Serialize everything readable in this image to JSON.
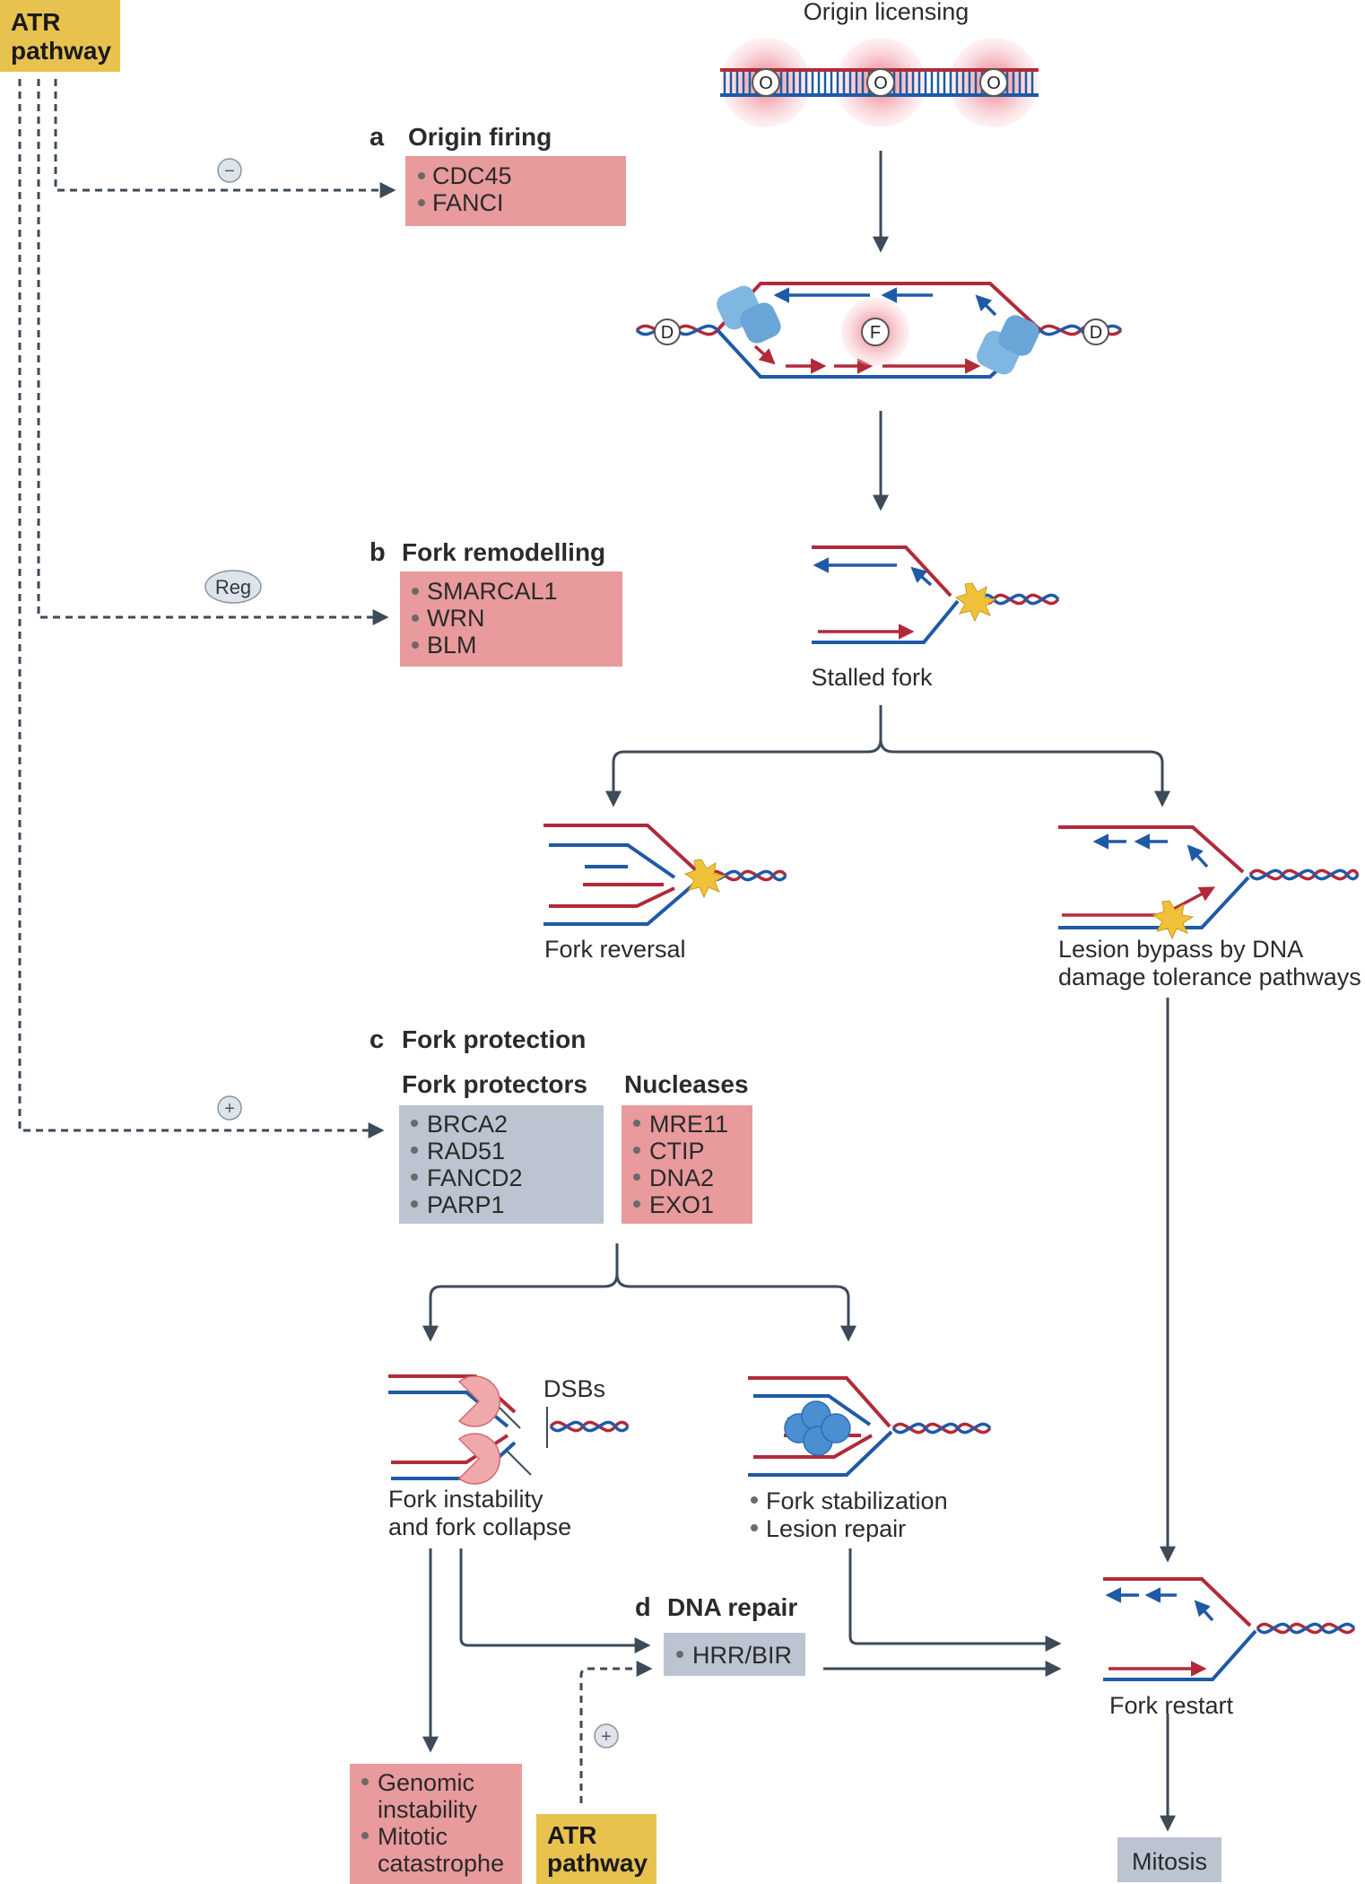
{
  "atr_top": {
    "line1": "ATR",
    "line2": "pathway"
  },
  "atr_bottom": {
    "line1": "ATR",
    "line2": "pathway"
  },
  "origin_licensing": {
    "title": "Origin licensing",
    "node_label": "O"
  },
  "replication_bubble": {
    "dormant_label": "D",
    "fired_label": "F"
  },
  "section_a": {
    "letter": "a",
    "title": "Origin firing",
    "sign": "−",
    "items": [
      "CDC45",
      "FANCI"
    ]
  },
  "section_b": {
    "letter": "b",
    "title": "Fork remodelling",
    "sign": "Reg",
    "items": [
      "SMARCAL1",
      "WRN",
      "BLM"
    ]
  },
  "section_c": {
    "letter": "c",
    "title": "Fork protection",
    "sign": "+",
    "protectors_title": "Fork protectors",
    "protectors": [
      "BRCA2",
      "RAD51",
      "FANCD2",
      "PARP1"
    ],
    "nucleases_title": "Nucleases",
    "nucleases": [
      "MRE11",
      "CTIP",
      "DNA2",
      "EXO1"
    ]
  },
  "section_d": {
    "letter": "d",
    "title": "DNA repair",
    "sign": "+",
    "items": [
      "HRR/BIR"
    ]
  },
  "labels": {
    "stalled_fork": "Stalled fork",
    "fork_reversal": "Fork reversal",
    "lesion_bypass_1": "Lesion bypass by DNA",
    "lesion_bypass_2": "damage tolerance pathways",
    "dsbs": "DSBs",
    "fork_instability_1": "Fork instability",
    "fork_instability_2": "and fork collapse",
    "fork_stabilization": "Fork stabilization",
    "lesion_repair": "Lesion repair",
    "fork_restart": "Fork restart",
    "mitosis": "Mitosis"
  },
  "outcome_box": {
    "line1": "Genomic",
    "line2": "instability",
    "line3": "Mitotic",
    "line4": "catastrophe"
  },
  "colors": {
    "atr_box": "#e8c24f",
    "pink_box": "#e89a9c",
    "grey_box": "#bcc3d1",
    "strand_red": "#b22a3a",
    "strand_blue": "#1f5aa6",
    "arrow": "#3d4a58",
    "lesion": "#f0c23a",
    "nuclease": "#f0a9ab",
    "protector": "#4a8fd1",
    "helicase": "#7fb6e2"
  }
}
